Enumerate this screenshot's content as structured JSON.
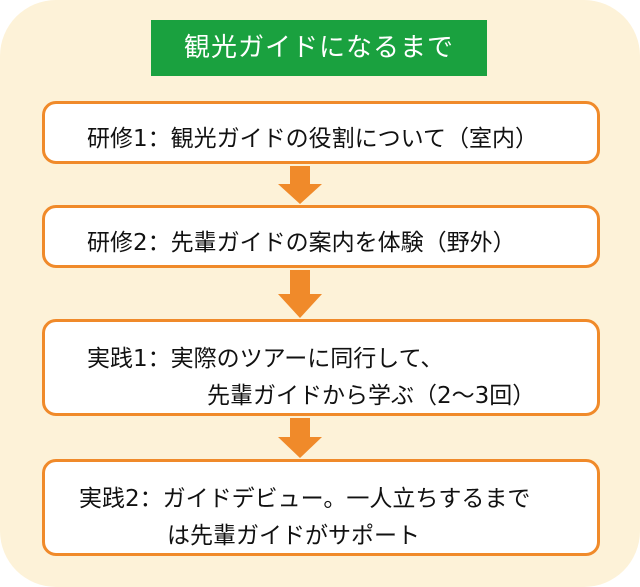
{
  "title": "観光ガイドになるまで",
  "steps": [
    {
      "line1": "研修1：観光ガイドの役割について（室内）",
      "line2": ""
    },
    {
      "line1": "研修2：先輩ガイドの案内を体験（野外）",
      "line2": ""
    },
    {
      "line1": "実践1：実際のツアーに同行して、",
      "line2": "先輩ガイドから学ぶ（2～3回）"
    },
    {
      "line1": "実践2：ガイドデビュー。一人立ちするまで",
      "line2": "は先輩ガイドがサポート"
    }
  ],
  "colors": {
    "background": "#fdf2d8",
    "title_bg": "#1aa13f",
    "border": "#f08a2a",
    "arrow": "#f08a2a"
  },
  "icons": [
    "arrow-down-icon"
  ]
}
